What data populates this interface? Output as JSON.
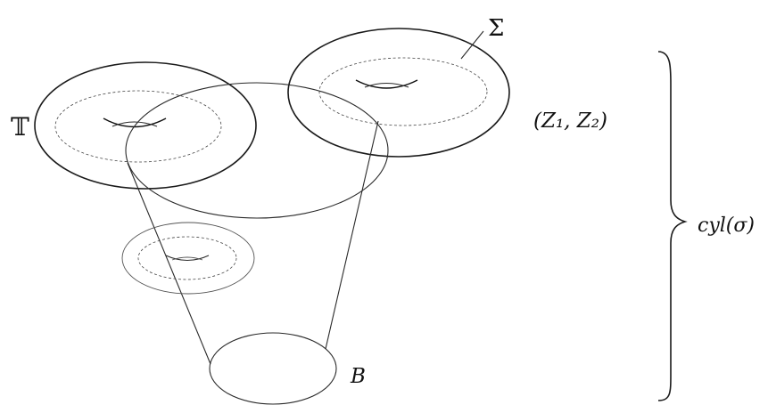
{
  "labels": {
    "torus_left": "𝕋",
    "torus_right": "Σ",
    "pair": "(Z₁, Z₂)",
    "base": "B",
    "cylinder": "cyl(σ)"
  }
}
